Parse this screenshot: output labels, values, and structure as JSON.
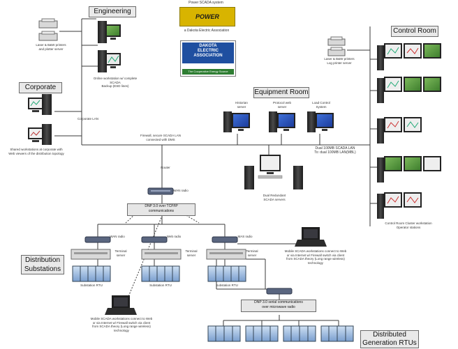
{
  "titles": {
    "engineering": "Engineering",
    "control_room": "Control Room",
    "corporate": "Corporate",
    "equipment_room": "Equipment Room",
    "distribution": "Distribution\nSubstations",
    "distributed_gen": "Distributed\nGeneration RTUs"
  },
  "logos": {
    "scada_system": "Power SCADA system",
    "power_logo": "POWER",
    "association_caption": "a Dakota Electric Association",
    "dakota_line1": "DAKOTA",
    "dakota_line2": "ELECTRIC",
    "dakota_line3": "ASSOCIATION",
    "dakota_tag": "The Cooperative Energy Source"
  },
  "labels": {
    "eng_printers": "Laser & B&W printers\nand plotter server",
    "eng_ws_caption": "Online workstation w/ complete SCADA\nBackup (ESD lines)",
    "corp_ws_caption": "Shared workstations at corporate with\nWeb viewers of the distribution topology",
    "corporate_lan": "Corporate LAN",
    "cr_printers": "Laser & B&W printers\nLog printer server",
    "cr_caption": "Control Room Cluster workstation\nOperator stations",
    "firewall": "Firewall, secure SCADA LAN\nconnected with DMS",
    "router": "Router",
    "wan_radio": "WAN radio",
    "historian": "Historian\nserver",
    "protocol_server": "Protocol web\nserver",
    "load_control": "Load Control\nSystem",
    "dual_lan": "Dual 100MB SCADA LAN\nTo: dual 100MB LAN(MBL)",
    "dual_servers": "Dual Redundant\nSCADA servers",
    "dnp_upper": "DNP 3.0 over TCP/IP\ncommunications",
    "radio1": "WAN radio",
    "radio2": "Web radio",
    "radio3": "MAS radio",
    "terminal_server": "Terminal\nserver",
    "substation_rtu": "Substation RTU",
    "laptop_bottom_caption": "Mobile SCADA workstations connect to Web\nor via Internet w/ Firewall switch via client\nfrom SCADA theory (Long range wireless) technology",
    "laptop_right_caption": "Mobile SCADA workstations connect to Web\nor via Internet w/ Firewall switch via client\nfrom SCADA theory (Long range wireless) technology",
    "dnp_lower": "DNP 3.0 serial communications\nover microwave radio"
  },
  "colors": {
    "line": "#3a3a3a",
    "screen_green": "#4e9a3a",
    "screen_blue": "#2b4fc0",
    "rtu_blue": "#6f98c8",
    "tower_dark": "#2a2a2a"
  }
}
